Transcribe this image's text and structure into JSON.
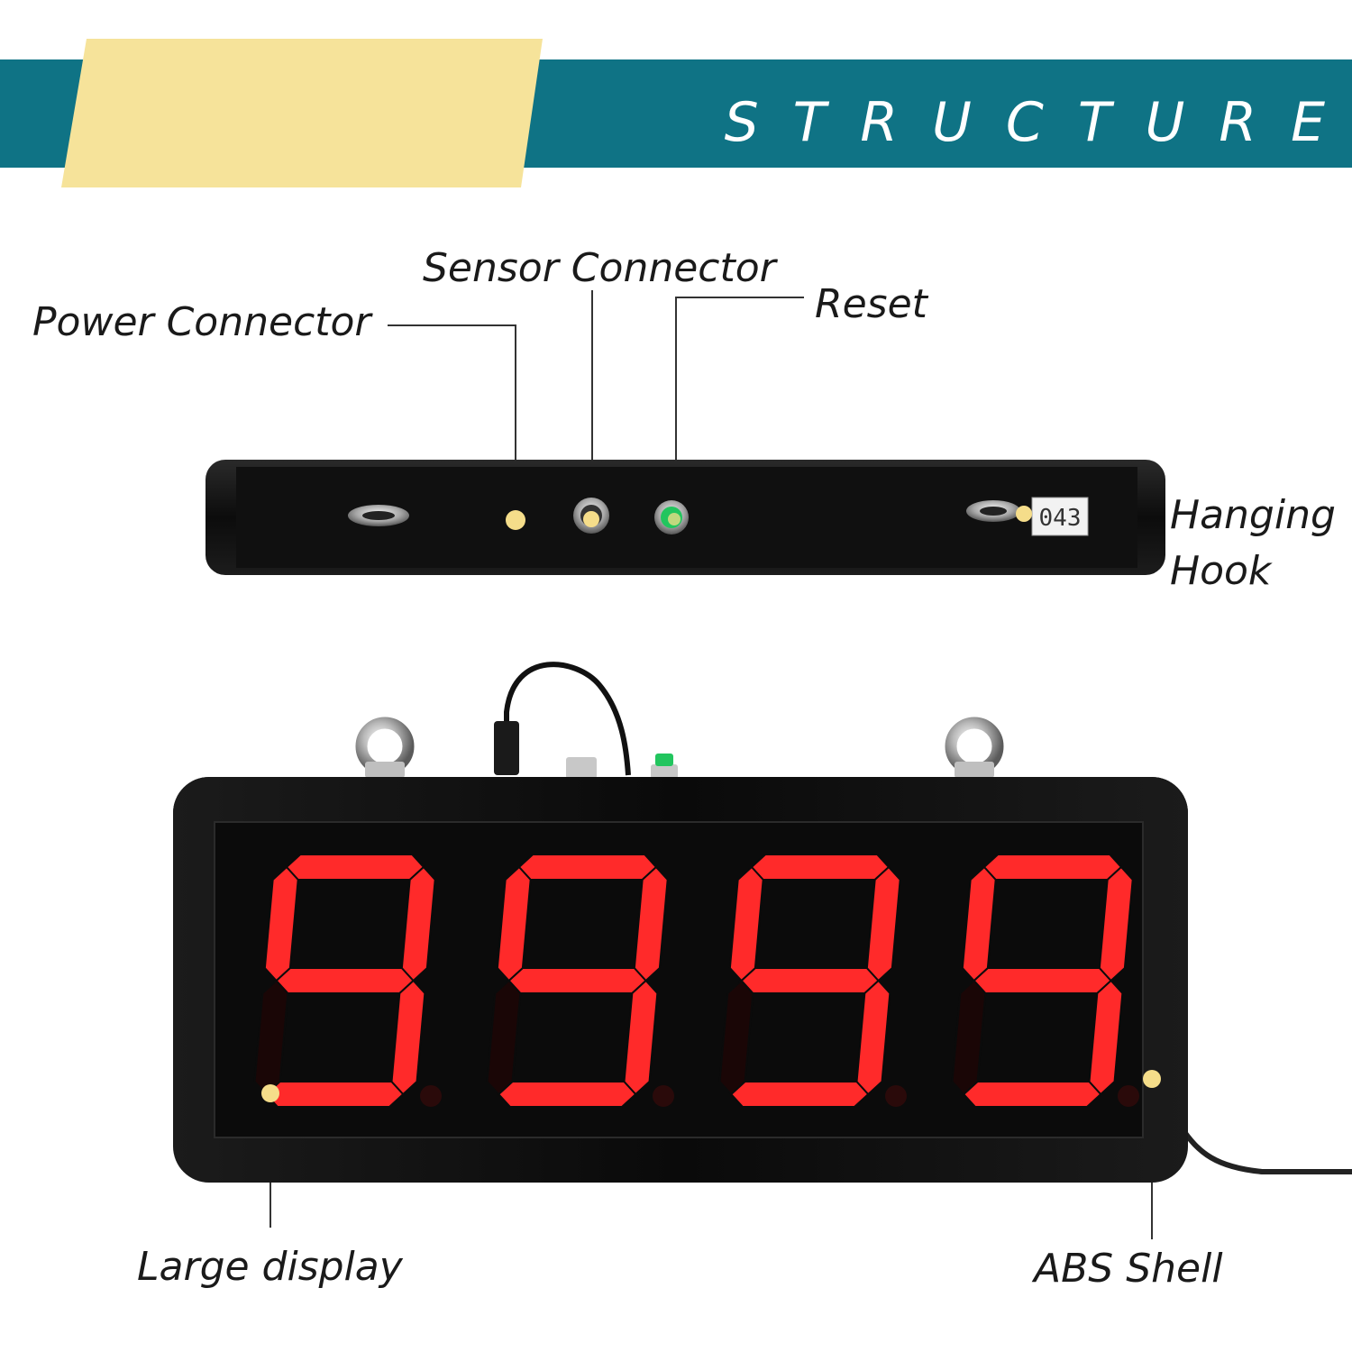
{
  "header": {
    "title": "STRUCTURE",
    "band_color": "#0f7385",
    "accent_color": "#f6e39a"
  },
  "callouts": {
    "power_connector": "Power Connector",
    "sensor_connector": "Sensor Connector",
    "reset": "Reset",
    "hanging_hook_line1": "Hanging",
    "hanging_hook_line2": "Hook",
    "large_display": "Large display",
    "abs_shell": "ABS Shell"
  },
  "device": {
    "display_digits": "9999",
    "sticker_text": "043",
    "segment_color": "#ff2a2a",
    "reset_button_color": "#22c55e"
  },
  "marker_color": "#f5dd8a"
}
